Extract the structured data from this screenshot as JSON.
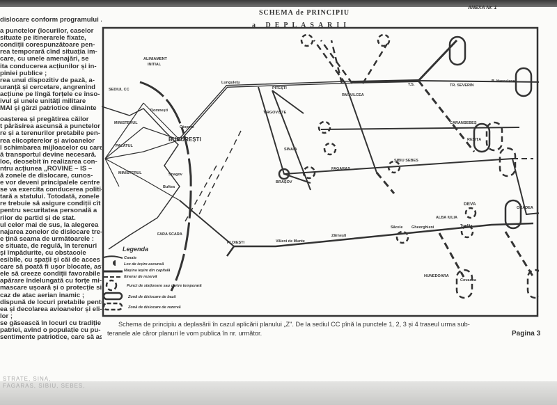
{
  "header": {
    "title_line1": "SCHEMA de PRINCIPIU",
    "title_line2": "a DEPLASARII",
    "annex": "ANEXA Nr. 1"
  },
  "left_column": [
    "dislocare conform programului .",
    "",
    "a punctelor (locurilor, caselor",
    "situate pe itinerarele fixate,",
    "condiții corespunzătoare pen-",
    "rea temporară cînd situația im-",
    "care, cu unele amenajări, se",
    "ita conducerea acțiunilor și in-",
    "piniei publice ;",
    "rea unui dispozitiv de pază, a-",
    "uranță și cercetare, angrenînd",
    "acțiune pe lîngă forțele ce înso-",
    "ivul și unele unități militare",
    "MAI și gărzi patriotice dinainte",
    "",
    "oașterea și pregătirea căilor",
    "t părăsirea ascunsă a punctelor",
    "re și a terenurilor pretabile pen-",
    "rea elicopterelor și avioanelor",
    "l schimbarea mijloacelor cu care",
    "ă transportul devine necesară.",
    "loc, deosebit în realizarea con-",
    "ntru acțiunea „ROVINE – IS –",
    "ă zonele de dislocare, cunos-",
    "e vor deveni principalele centre",
    "se va exercita conducerea politi-",
    "tară a statului. Totodată, zonele",
    "re trebuie să asigure condiții cît",
    "pentru securitatea personală a",
    "rilor de partid și de stat.",
    "ul celor mai de sus, la alegerea",
    "najarea zonelor de dislocare tre-",
    "e țină seama de următoarele :",
    "e situate, de regulă, în terenuri",
    "și împădurite, cu obstacole",
    "esibile, cu spații și căi de acces",
    "care să poată fi ușor blocate, ast-",
    "ele să creeze condiții favorabile",
    "apărare îndelungată cu forțe mi-",
    "mascare ușoară și o protecție si-",
    "caz de atac aerian inamic ;",
    "dispună de locuri pretabile pentru",
    "ea și decolarea avioanelor și eli-",
    "lor ;",
    "se găsească în locuri cu tradiție în",
    "patriei, avînd o populație cu pu-",
    "sentimente patriotice, care să asi-"
  ],
  "diagram": {
    "labels": {
      "alignment": "ALINIAMENT",
      "alignment2": "INITIAL",
      "bucuresti": "BUCUREȘTI",
      "domnesti": "Domnești",
      "buftea": "Buftea",
      "snagov": "Snagov",
      "otopeni": "Otopeni",
      "fara_scara": "FARA SCARA",
      "lunguletu": "Lungulețu",
      "pitesti": "PITEȘTI",
      "rm_vilcea": "RM. VILCEA",
      "ts": "T.S.",
      "tr_severin": "TR. SEVERIN",
      "b_herculane": "B. Herculane",
      "tirgoviste": "TIRGOVIȘTE",
      "sinaia": "SINAIA",
      "brasov": "BRAȘOV",
      "fagaras": "FAGARAS",
      "sibiu_sebes": "SIBIU SEBES",
      "alba_iulia": "ALBA IULIA",
      "deva": "DEVA",
      "oradea": "ORADEA",
      "caransebes": "CARANSEBEȘ",
      "resita": "REȘIȚA",
      "ploiesti": "PLOIEȘTI",
      "valenii": "Văleni de Munte",
      "sacele": "Săcele",
      "zarnesti": "Zărnești",
      "gheorghieni": "Gheorghieni",
      "toplita": "Toplița",
      "hunedoara": "HUNEDOARA",
      "covasna": "Covasna",
      "sediu1": "SEDIUL CC",
      "sediu2": "MINISTERUL",
      "sediu3": "PALATUL",
      "sediu4": "MINISTERUL"
    },
    "legend": {
      "title": "Legenda",
      "items": [
        "Canale",
        "Loc de ieșire ascunsă",
        "Mașina ieșire din capitală",
        "Itinerar de rezervă",
        "Punct de staționare sau oprire temporară",
        "Zonă de dislocare de bază",
        "Zonă de dislocare de rezervă"
      ]
    }
  },
  "caption": {
    "line1": "Schema de principiu a deplasării în cazul aplicării planului „Z\". De la sediul CC pînă la punctele 1, 2, 3 și 4 traseul urma sub-",
    "line2": "teranele ale căror planuri le vom publica în nr. următor."
  },
  "footer": {
    "page": "Pagina 3",
    "faint1": "STRATE, SINA,",
    "faint2": "FAGARAS, SIBIU, SEBES,"
  }
}
